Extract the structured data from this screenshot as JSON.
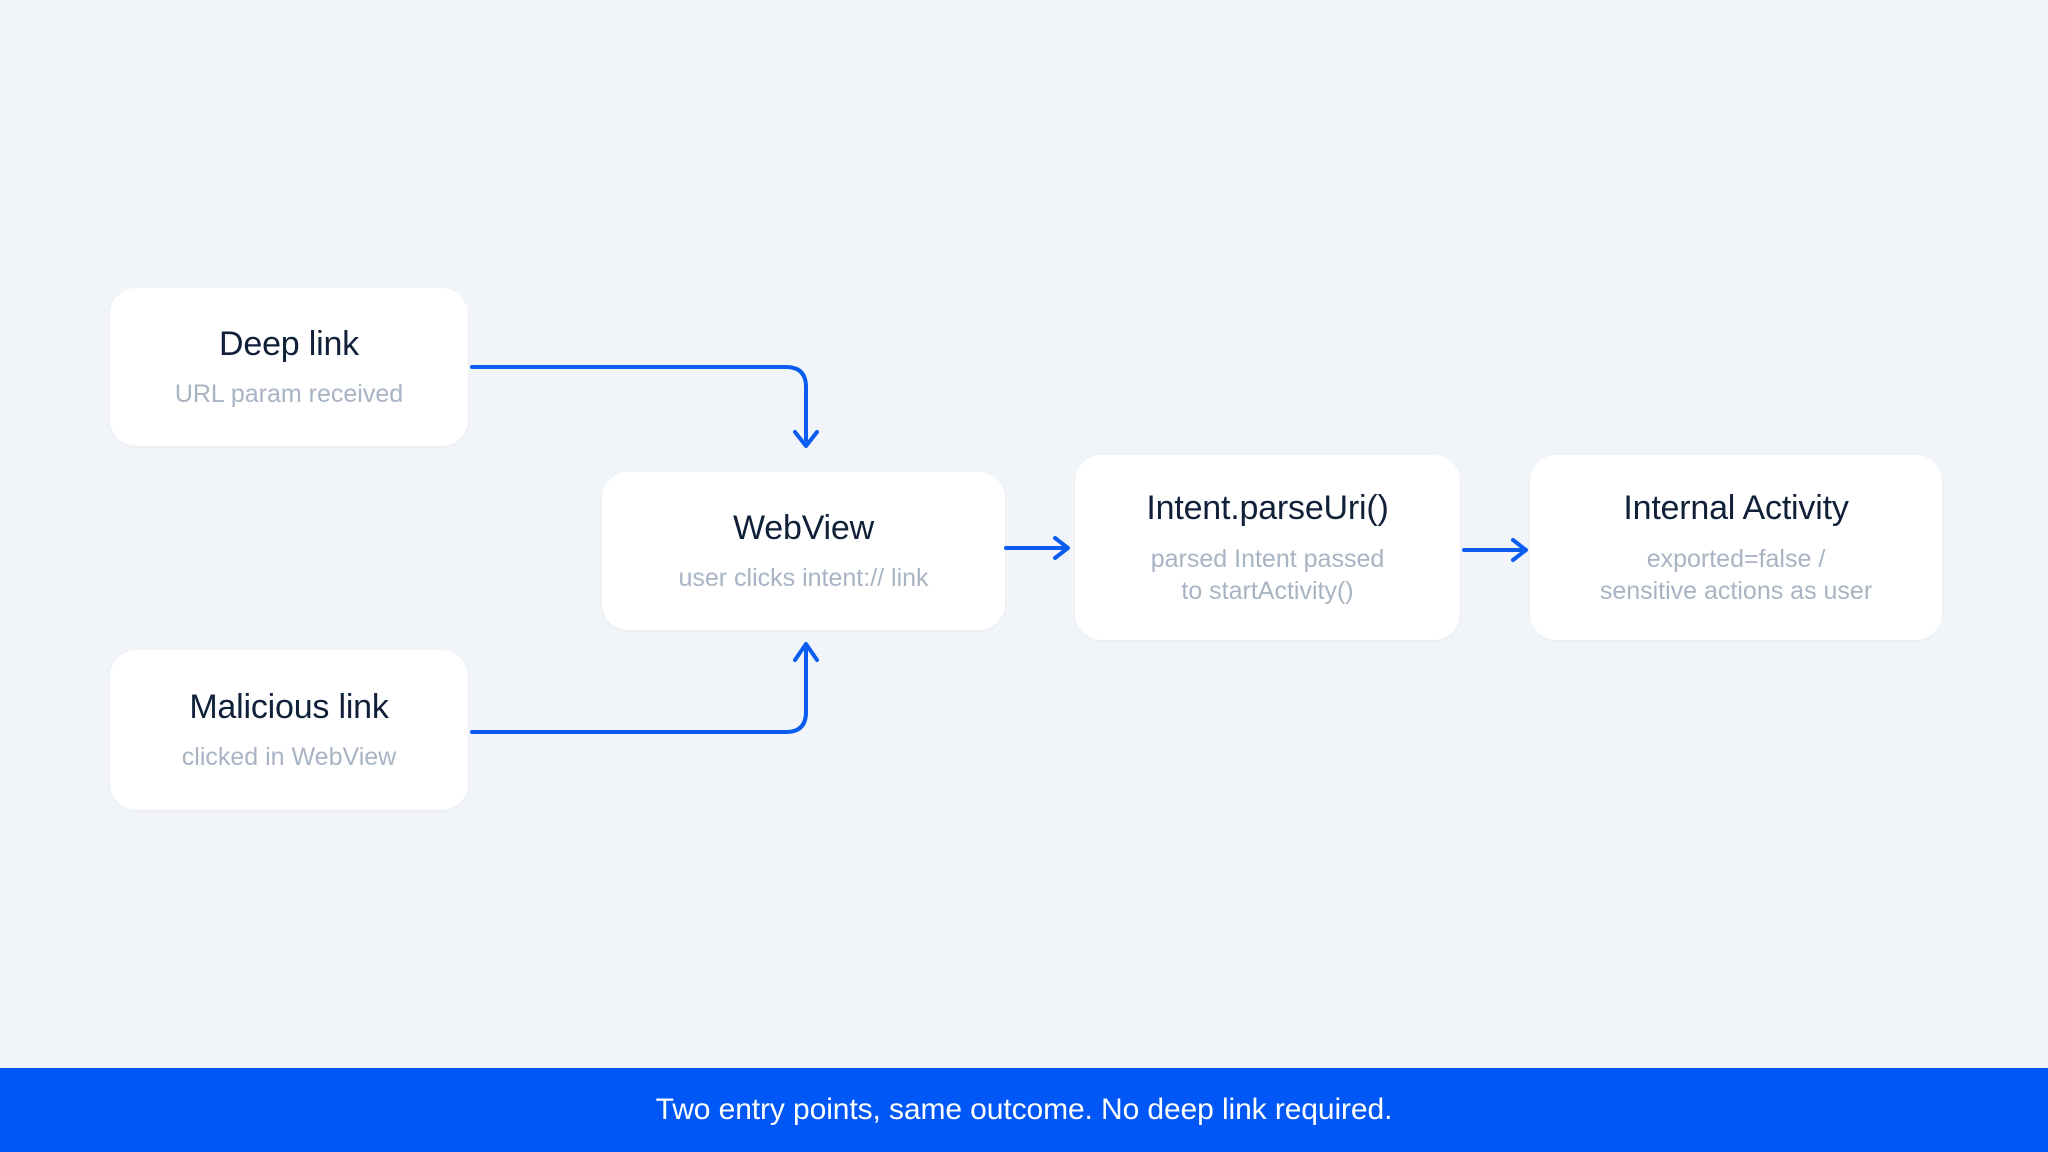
{
  "diagram": {
    "background_color": "#f1f4f8",
    "accent_color": "#0057f7",
    "title_color": "#0f2038",
    "subtitle_color": "#a8b3c4",
    "nodes": [
      {
        "id": "deep-link",
        "title": "Deep link",
        "subtitle": "URL param received"
      },
      {
        "id": "malicious-link",
        "title": "Malicious link",
        "subtitle": "clicked in WebView"
      },
      {
        "id": "webview",
        "title": "WebView",
        "subtitle": "user clicks intent:// link"
      },
      {
        "id": "intent-parse-uri",
        "title": "Intent.parseUri()",
        "subtitle_line1": "parsed Intent passed",
        "subtitle_line2": "to startActivity()"
      },
      {
        "id": "internal-activity",
        "title": "Internal Activity",
        "subtitle_line1": "exported=false /",
        "subtitle_line2": "sensitive actions as user"
      }
    ],
    "edges": [
      {
        "id": "deep-link-to-webview",
        "from": "deep-link",
        "to": "webview",
        "style": "elbow-down-arrow"
      },
      {
        "id": "malicious-link-to-webview",
        "from": "malicious-link",
        "to": "webview",
        "style": "elbow-up-arrow"
      },
      {
        "id": "webview-to-intent",
        "from": "webview",
        "to": "intent-parse-uri",
        "style": "straight-right-arrow"
      },
      {
        "id": "intent-to-activity",
        "from": "intent-parse-uri",
        "to": "internal-activity",
        "style": "straight-right-arrow"
      }
    ]
  },
  "banner": {
    "text": "Two entry points, same outcome. No deep link required.",
    "background_color": "#0057f7",
    "text_color": "#ffffff"
  }
}
